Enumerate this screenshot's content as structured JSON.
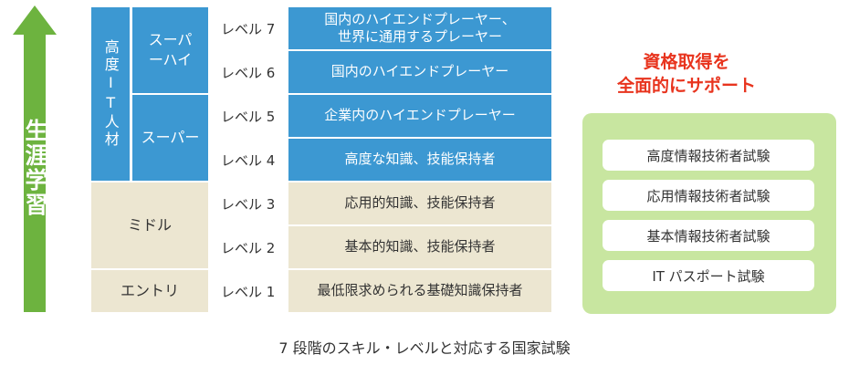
{
  "arrow": {
    "label": "生涯学習",
    "color": "#6db33f"
  },
  "categories": {
    "high_it": "高度IT人材",
    "super_high": "スーパーハイ",
    "super": "スーパー",
    "middle": "ミドル",
    "entry": "エントリ"
  },
  "levels": [
    {
      "label": "レベル 7",
      "desc": "国内のハイエンドプレーヤー、\n世界に通用するプレーヤー"
    },
    {
      "label": "レベル 6",
      "desc": "国内のハイエンドプレーヤー"
    },
    {
      "label": "レベル 5",
      "desc": "企業内のハイエンドプレーヤー"
    },
    {
      "label": "レベル 4",
      "desc": "高度な知識、技能保持者"
    },
    {
      "label": "レベル 3",
      "desc": "応用的知識、技能保持者"
    },
    {
      "label": "レベル 2",
      "desc": "基本的知識、技能保持者"
    },
    {
      "label": "レベル 1",
      "desc": "最低限求められる基礎知識保持者"
    }
  ],
  "exams": {
    "title": "資格取得を\n全面的にサポート",
    "items": [
      "高度情報技術者試験",
      "応用情報技術者試験",
      "基本情報技術者試験",
      "IT パスポート試験"
    ]
  },
  "caption": "7 段階のスキル・レベルと対応する国家試験",
  "colors": {
    "blue": "#3c98d2",
    "beige": "#ece6d1",
    "green_panel": "#c8e6a0",
    "red": "#e8341e"
  }
}
